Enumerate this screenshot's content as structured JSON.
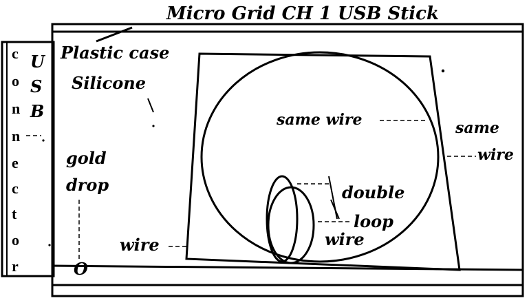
{
  "title": "Micro Grid CH 1  USB Stick",
  "labels": {
    "plastic_case": "Plastic case",
    "silicone": "Silicone",
    "same_wire_inner": "same wire",
    "same_wire_outer_1": "same",
    "same_wire_outer_2": "wire",
    "double": "double",
    "loop": "loop",
    "wire_center": "wire",
    "wire_left": "wire",
    "gold": "gold",
    "drop": "drop"
  },
  "usb_letters": [
    "U",
    "S",
    "B"
  ],
  "connector_letters": [
    "c",
    "o",
    "n",
    "n",
    "e",
    "c",
    "t",
    "o",
    "r"
  ],
  "gold_drop_marker": "O"
}
